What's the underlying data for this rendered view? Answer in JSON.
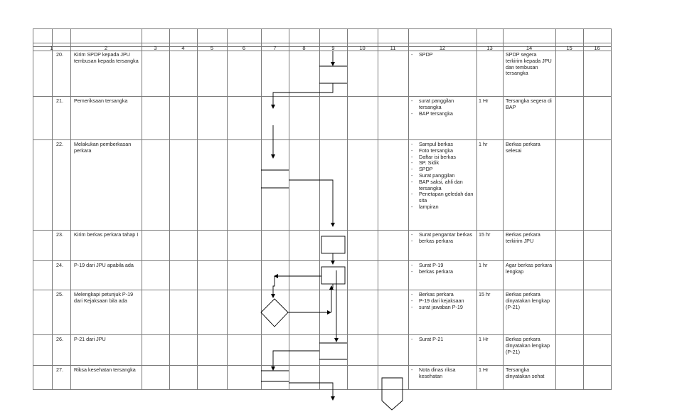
{
  "header": {
    "columns": [
      "1",
      "2",
      "3",
      "4",
      "5",
      "6",
      "7",
      "8",
      "9",
      "10",
      "11",
      "12",
      "13",
      "14",
      "15",
      "16"
    ]
  },
  "rows": [
    {
      "no": "20.",
      "activity": "Kirim SPDP kepada JPU tembusan kepada tersangka",
      "docs": [
        "SPDP"
      ],
      "time": "",
      "output": "SPDP segera terkirim kepada JPU dan tembusan tersangka"
    },
    {
      "no": "21.",
      "activity": "Pemeriksaan tersangka",
      "docs": [
        "surat panggilan tersangka",
        "BAP tersangka"
      ],
      "time": "1 Hr",
      "output": "Tersangka segera di BAP"
    },
    {
      "no": "22.",
      "activity": "Melakukan pemberkasan perkara",
      "docs": [
        "Sampul berkas",
        "Foto tersangka",
        "Daftar isi berkas",
        "SP. Sidik",
        "SPDP",
        "Surat panggilan",
        "BAP saksi, ahli dan tersangka",
        "Penetapan geledah dan sita",
        "lampiran"
      ],
      "time": "1 hr",
      "output": "Berkas perkara selesai"
    },
    {
      "no": "23.",
      "activity": "Kirim berkas perkara tahap I",
      "docs": [
        "Surat pengantar berkas",
        "berkas perkara"
      ],
      "time": "15 hr",
      "output": "Berkas perkara terkirim JPU"
    },
    {
      "no": "24.",
      "activity": "P-19 dari JPU apabila ada",
      "docs": [
        "Surat P-19",
        "berkas perkara"
      ],
      "time": "1 hr",
      "output": "Agar berkas perkara lengkap"
    },
    {
      "no": "25.",
      "activity": "Melengkapi petunjuk P-19 dari Kejaksaan bila ada",
      "docs": [
        "Berkas perkara",
        "P-19 dari kejaksaan",
        "surat jawaban P-19"
      ],
      "time": "15 hr",
      "output": "Berkas perkara dinyatakan lengkap (P-21)"
    },
    {
      "no": "26.",
      "activity": "P-21 dari JPU",
      "docs": [
        "Surat P-21"
      ],
      "time": "1 Hr",
      "output": "Berkas perkara dinyatakan lengkap (P-21)"
    },
    {
      "no": "27.",
      "activity": "Riksa kesehatan tersangka",
      "docs": [
        "Nota dinas riksa kesehatan"
      ],
      "time": "1 Hr",
      "output": "Tersangka dinyatakan sehat"
    }
  ]
}
